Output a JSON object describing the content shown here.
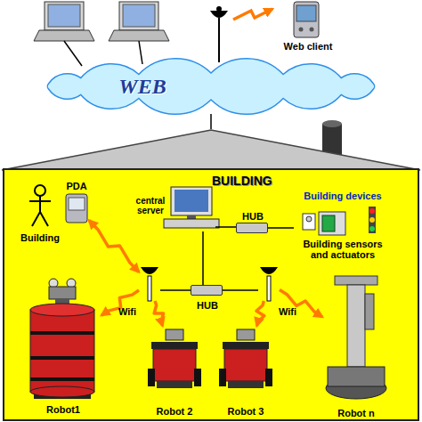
{
  "diagram": {
    "nodes": [
      {
        "text": [
          "Web client"
        ]
      },
      {
        "text": [
          "WEB"
        ]
      },
      {
        "text": [
          "BUILDING"
        ]
      },
      {
        "text": [
          "PDA"
        ],
        "in": 2
      },
      {
        "text": [
          "Building"
        ],
        "in": 2
      },
      {
        "text": [
          "central server"
        ],
        "in": 2
      },
      {
        "text": [
          "HUB"
        ],
        "in": 2
      },
      {
        "text": [
          "Building devices",
          "Building sensors and actuators"
        ],
        "in": 2
      },
      {
        "text": [
          "Wifi"
        ],
        "in": 2
      },
      {
        "text": [
          "HUB"
        ],
        "in": 2
      },
      {
        "text": [
          "Wifi"
        ],
        "in": 2
      },
      {
        "text": [
          "Robot1"
        ],
        "in": 2
      },
      {
        "text": [
          "Robot 2"
        ],
        "in": 2
      },
      {
        "text": [
          "Robot 3"
        ],
        "in": 2
      },
      {
        "text": [
          "Robot n"
        ],
        "in": 2
      }
    ],
    "edges": [
      {
        "from": 1,
        "to": 2,
        "arrow": "none"
      },
      {
        "from": 5,
        "to": 6,
        "arrow": "none"
      },
      {
        "from": 6,
        "to": 7,
        "arrow": "none"
      },
      {
        "from": 5,
        "to": 9,
        "arrow": "none"
      },
      {
        "from": 9,
        "to": 8,
        "arrow": "none"
      },
      {
        "from": 9,
        "to": 10,
        "arrow": "none"
      },
      {
        "from": 3,
        "to": 8,
        "arrow": "both"
      },
      {
        "from": 8,
        "to": 11,
        "arrow": "to"
      },
      {
        "from": 8,
        "to": 12,
        "arrow": "to"
      },
      {
        "from": 10,
        "to": 13,
        "arrow": "to"
      },
      {
        "from": 10,
        "to": 14,
        "arrow": "to"
      }
    ]
  }
}
